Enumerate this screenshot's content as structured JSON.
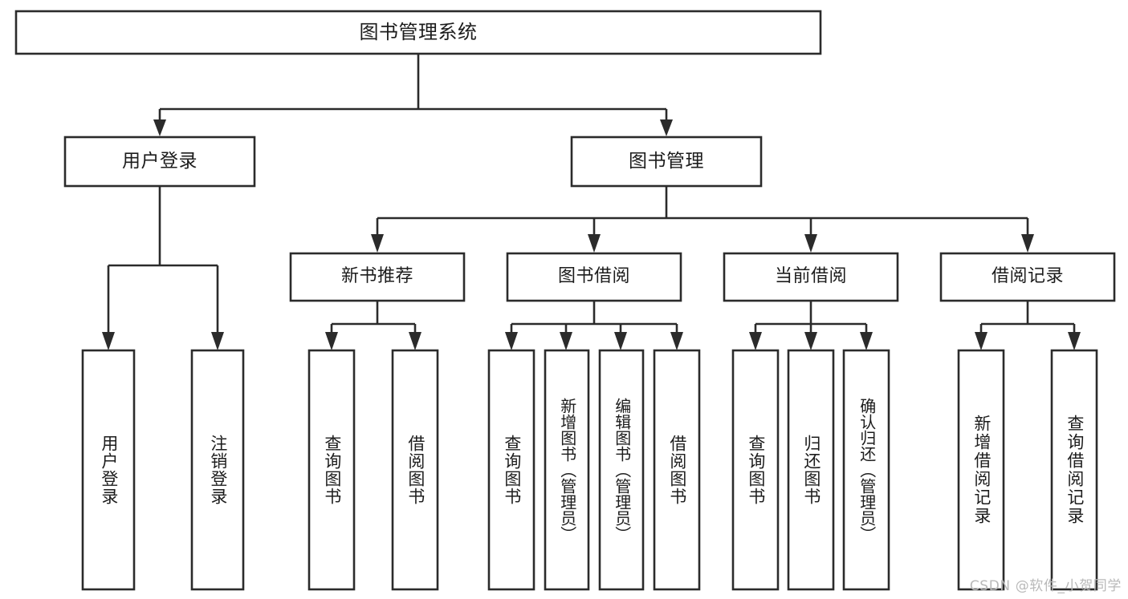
{
  "diagram": {
    "title": "图书管理系统",
    "watermark": "CSDN @软件_小贺同学",
    "colors": {
      "stroke": "#2b2b2b",
      "box_fill": "#ffffff",
      "text": "#1c1c1c",
      "background": "#ffffff",
      "watermark": "#b9b9b9"
    },
    "root": {
      "label": "图书管理系统"
    },
    "level2": [
      {
        "label": "用户登录"
      },
      {
        "label": "图书管理"
      }
    ],
    "level3": [
      {
        "label": "新书推荐"
      },
      {
        "label": "图书借阅"
      },
      {
        "label": "当前借阅"
      },
      {
        "label": "借阅记录"
      }
    ],
    "leaves": {
      "user_login": [
        {
          "label": "用户登录"
        },
        {
          "label": "注销登录"
        }
      ],
      "new_book": [
        {
          "label": "查询图书"
        },
        {
          "label": "借阅图书"
        }
      ],
      "book_borrow": [
        {
          "label": "查询图书"
        },
        {
          "label": "新增图书（管理员）"
        },
        {
          "label": "编辑图书（管理员）"
        },
        {
          "label": "借阅图书"
        }
      ],
      "current_borrow": [
        {
          "label": "查询图书"
        },
        {
          "label": "归还图书"
        },
        {
          "label": "确认归还（管理员）"
        }
      ],
      "borrow_record": [
        {
          "label": "新增借阅记录"
        },
        {
          "label": "查询借阅记录"
        }
      ]
    }
  }
}
